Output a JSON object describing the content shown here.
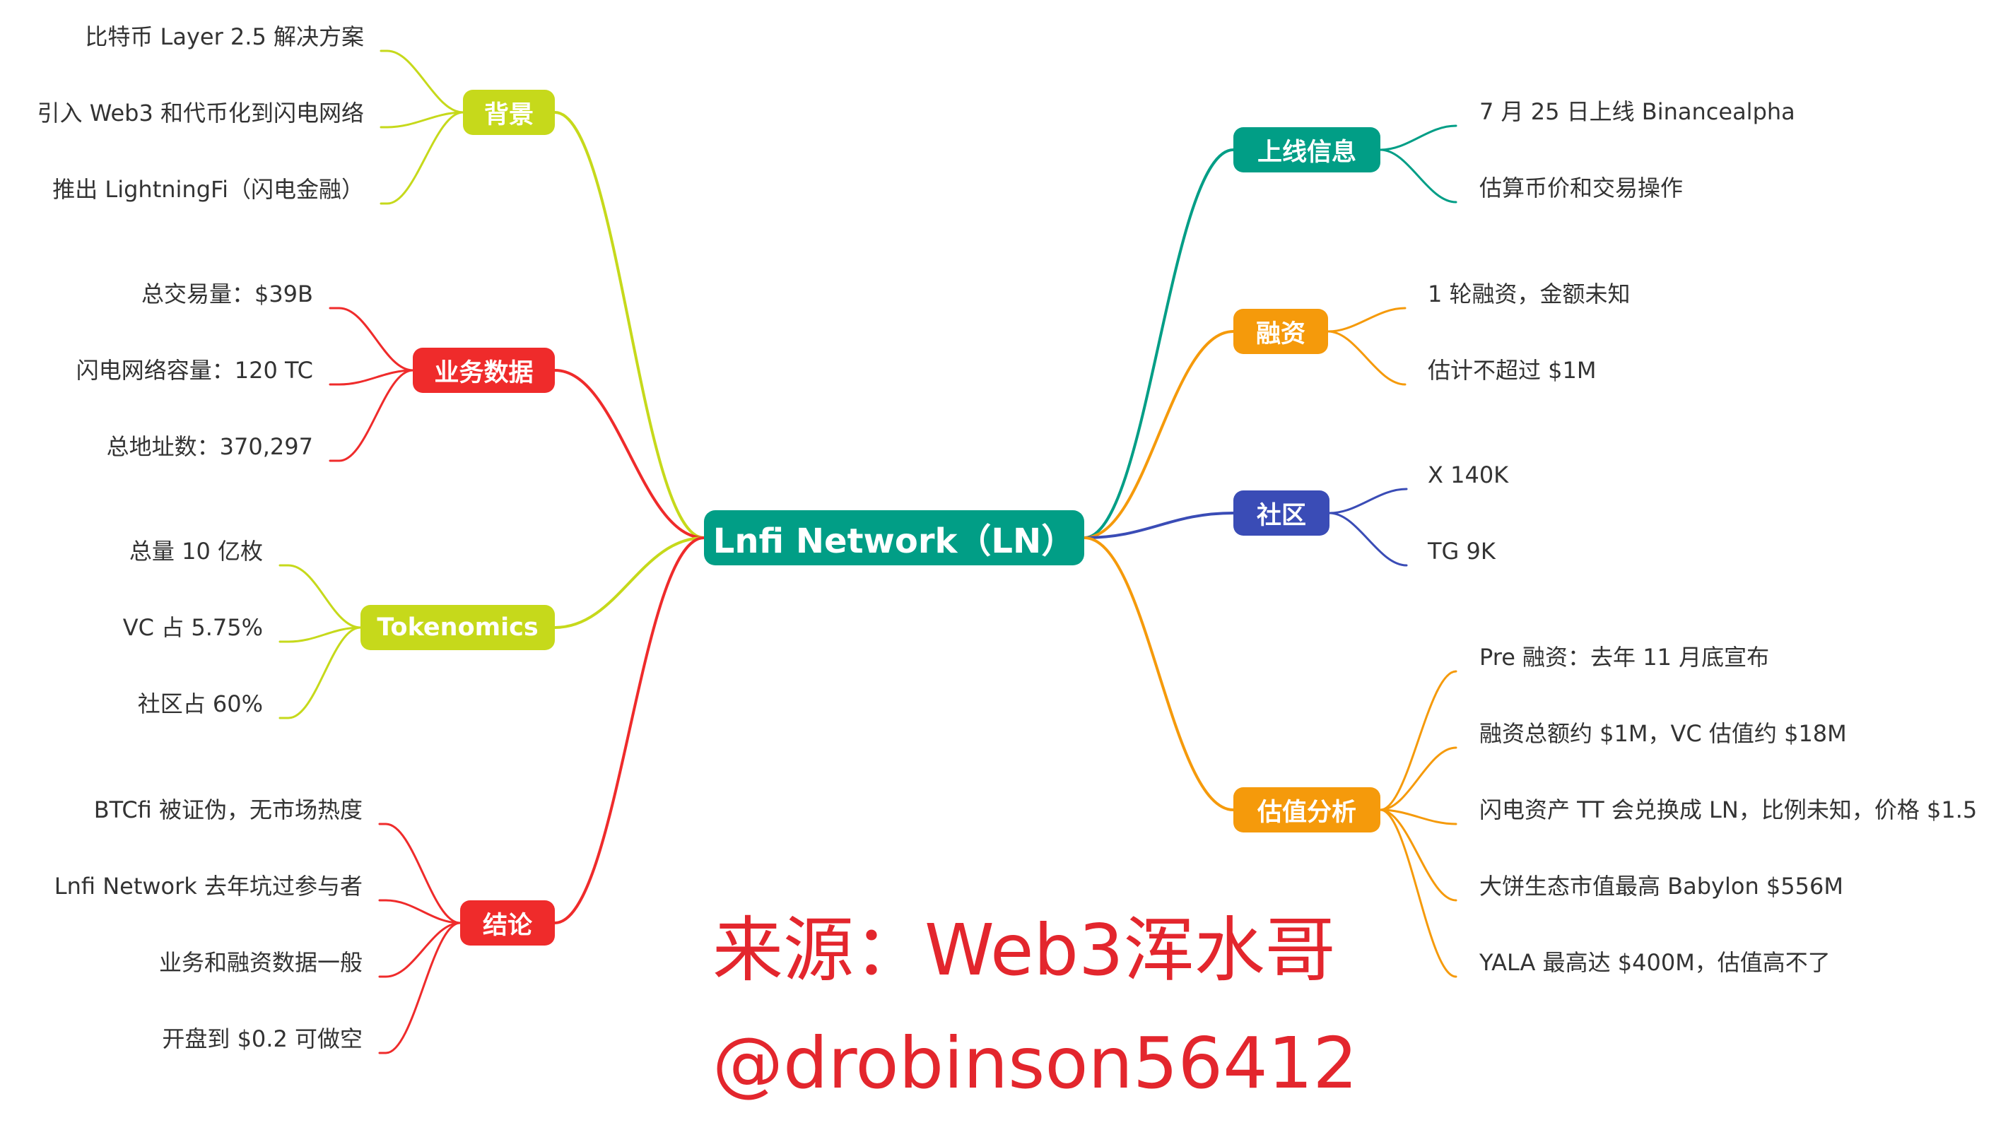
{
  "mindmap": {
    "root": {
      "label": "Lnfi Network（LN）",
      "color": "#019e86"
    },
    "left_branches": [
      {
        "id": "background",
        "label": "背景",
        "color": "#c6d91b",
        "children": [
          "比特币 Layer 2.5 解决方案",
          "引入 Web3 和代币化到闪电网络",
          "推出 LightningFi（闪电金融）"
        ]
      },
      {
        "id": "business-data",
        "label": "业务数据",
        "color": "#ef2b2b",
        "children": [
          "总交易量：$39B",
          "闪电网络容量：120 TC",
          "总地址数：370,297"
        ]
      },
      {
        "id": "tokenomics",
        "label": "Tokenomics",
        "color": "#c6d91b",
        "children": [
          "总量 10 亿枚",
          "VC 占 5.75%",
          "社区占 60%"
        ]
      },
      {
        "id": "conclusion",
        "label": "结论",
        "color": "#ef2b2b",
        "children": [
          "BTCfi 被证伪，无市场热度",
          "Lnfi Network 去年坑过参与者",
          "业务和融资数据一般",
          "开盘到 $0.2 可做空"
        ]
      }
    ],
    "right_branches": [
      {
        "id": "listing-info",
        "label": "上线信息",
        "color": "#019e86",
        "children": [
          "7 月 25 日上线 Binancealpha",
          "估算币价和交易操作"
        ]
      },
      {
        "id": "financing",
        "label": "融资",
        "color": "#f59a0b",
        "children": [
          "1 轮融资，金额未知",
          "估计不超过 $1M"
        ]
      },
      {
        "id": "community",
        "label": "社区",
        "color": "#3a4cb6",
        "children": [
          "X 140K",
          "TG 9K"
        ]
      },
      {
        "id": "valuation",
        "label": "估值分析",
        "color": "#f59a0b",
        "children": [
          "Pre 融资：去年 11 月底宣布",
          "融资总额约 $1M，VC 估值约 $18M",
          "闪电资产 TT 会兑换成 LN，比例未知，价格 $1.5",
          "大饼生态市值最高 Babylon $556M",
          "YALA 最高达 $400M，估值高不了"
        ]
      }
    ]
  },
  "watermark": {
    "source": "来源：Web3浑水哥",
    "handle": "@drobinson56412",
    "color": "#e3262d"
  }
}
